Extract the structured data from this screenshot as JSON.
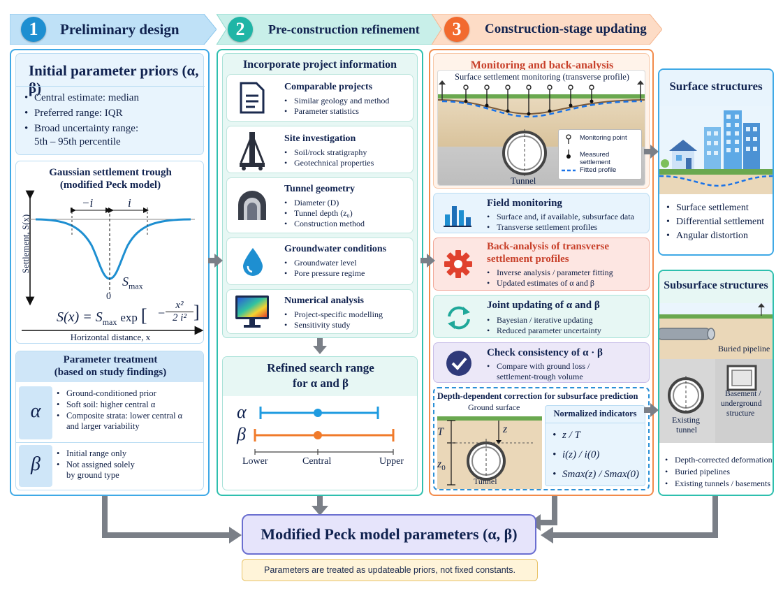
{
  "colors": {
    "blue": "#1e8fd1",
    "teal": "#1fb5a6",
    "orange": "#f26a2e",
    "navy": "#10224f",
    "lightblue": "#e8f4fd",
    "lightteal": "#e7f7f4",
    "lightorange": "#fff3ea"
  },
  "stages": [
    {
      "num": "1",
      "title": "Preliminary design"
    },
    {
      "num": "2",
      "title": "Pre-construction refinement"
    },
    {
      "num": "3",
      "title": "Construction-stage updating"
    }
  ],
  "col1": {
    "priors_title": "Initial parameter priors (α, β)",
    "priors_items": [
      "Central estimate: median",
      "Preferred range: IQR",
      "Broad uncertainty range:",
      "5th – 95th percentile"
    ],
    "trough_title_1": "Gaussian settlement trough",
    "trough_title_2": "(modified Peck model)",
    "ylabel": "Settlement, S(x)",
    "xlabel": "Horizontal distance, x",
    "neg_i": "−i",
    "pos_i": "i",
    "zero": "0",
    "smax": "S",
    "smax_sub": "max",
    "equation": "S(x) = S",
    "equation_tail": "exp",
    "eq_num": "x²",
    "eq_den": "2 i²",
    "treatment_title_1": "Parameter treatment",
    "treatment_title_2": "(based on study findings)",
    "alpha_symbol": "α",
    "alpha_items": [
      "Ground-conditioned prior",
      "Soft soil: higher central α",
      "Composite strata: lower central α",
      "and larger variability"
    ],
    "beta_symbol": "β",
    "beta_items": [
      "Initial range only",
      "Not assigned solely",
      "by ground type"
    ]
  },
  "col2": {
    "title": "Incorporate project information",
    "cards": [
      {
        "title": "Comparable projects",
        "items": [
          "Similar geology and method",
          "Parameter statistics"
        ]
      },
      {
        "title": "Site investigation",
        "items": [
          "Soil/rock stratigraphy",
          "Geotechnical properties"
        ]
      },
      {
        "title": "Tunnel geometry",
        "items": [
          "Diameter (D)",
          "Tunnel depth (z₀)",
          "Construction method"
        ]
      },
      {
        "title": "Groundwater conditions",
        "items": [
          "Groundwater level",
          "Pore pressure regime"
        ]
      },
      {
        "title": "Numerical analysis",
        "items": [
          "Project-specific modelling",
          "Sensitivity study"
        ]
      }
    ],
    "refined_title_1": "Refined search range",
    "refined_title_2": "for α and β",
    "alpha": "α",
    "beta": "β",
    "lower": "Lower",
    "central": "Central",
    "upper": "Upper"
  },
  "col3": {
    "monitor_title": "Monitoring and back-analysis",
    "monitor_sub": "Surface settlement monitoring (transverse profile)",
    "tunnel_label": "Tunnel",
    "legend": [
      "Monitoring point",
      "Measured settlement",
      "Fitted profile"
    ],
    "field_title": "Field monitoring",
    "field_items": [
      "Surface and, if available, subsurface data",
      "Transverse settlement profiles"
    ],
    "back_title_1": "Back-analysis of transverse",
    "back_title_2": "settlement profiles",
    "back_items": [
      "Inverse analysis / parameter fitting",
      "Updated estimates of α and β"
    ],
    "joint_title": "Joint updating of α and β",
    "joint_items": [
      "Bayesian / iterative updating",
      "Reduced parameter uncertainty"
    ],
    "check_title": "Check consistency of α · β",
    "check_items": [
      "Compare with ground loss /",
      "settlement-trough volume"
    ],
    "depth_title": "Depth-dependent correction for subsurface prediction",
    "ground_surface": "Ground surface",
    "T": "T",
    "z": "z",
    "z0": "z",
    "z0_sub": "0",
    "tunnel2": "Tunnel",
    "norm_title": "Normalized indicators",
    "norm_items": [
      "z / T",
      "i(z) / i(0)",
      "Smax(z) / Smax(0)"
    ]
  },
  "col4": {
    "surface_title": "Surface structures",
    "surface_items": [
      "Surface settlement",
      "Differential settlement",
      "Angular distortion"
    ],
    "sub_title": "Subsurface structures",
    "pipeline": "Buried pipeline",
    "existing_tunnel_1": "Existing",
    "existing_tunnel_2": "tunnel",
    "basement_1": "Basement /",
    "basement_2": "underground",
    "basement_3": "structure",
    "sub_items": [
      "Depth-corrected deformation",
      "Buried pipelines",
      "Existing tunnels / basements"
    ]
  },
  "bottom": {
    "title": "Modified Peck model parameters (α, β)",
    "note": "Parameters are treated as updateable priors, not fixed constants."
  }
}
